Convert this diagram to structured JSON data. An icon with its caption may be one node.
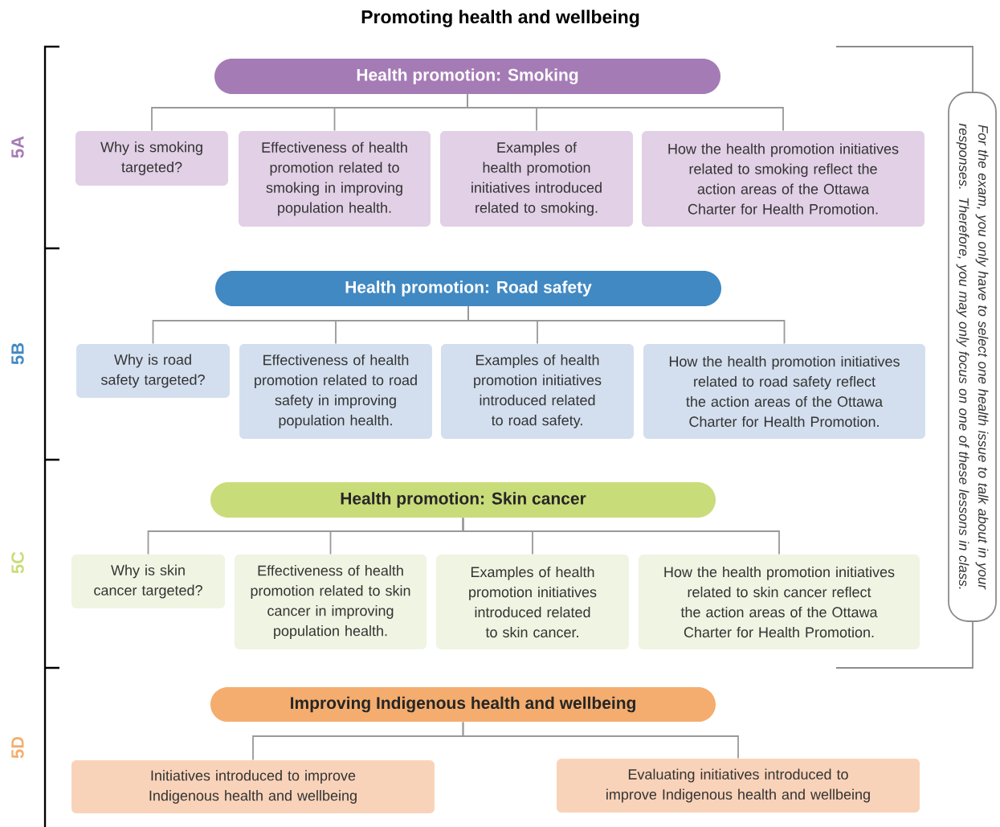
{
  "diagram": {
    "title": "Promoting health and wellbeing",
    "nodes": [
      {
        "text": [
          "Health promotion: Smoking"
        ]
      },
      {
        "text": [
          "Why is smoking targeted?"
        ]
      },
      {
        "text": [
          "Effectiveness of health promotion related to smoking in improving population health."
        ]
      },
      {
        "text": [
          "Examples of health promotion initiatives introduced related to smoking."
        ]
      },
      {
        "text": [
          "How the health promotion initiatives related to smoking reflect the action areas of the Ottawa Charter for Health Promotion."
        ]
      },
      {
        "text": [
          "Health promotion: Road safety"
        ]
      },
      {
        "text": [
          "Why is road safety targeted?"
        ]
      },
      {
        "text": [
          "Effectiveness of health promotion related to road safety in improving population health."
        ]
      },
      {
        "text": [
          "Examples of health promotion initiatives introduced related to road safety."
        ]
      },
      {
        "text": [
          "How the health promotion initiatives related to road safety reflect the action areas of the Ottawa Charter for Health Promotion."
        ]
      },
      {
        "text": [
          "Health promotion: Skin cancer"
        ]
      },
      {
        "text": [
          "Why is skin cancer targeted?"
        ]
      },
      {
        "text": [
          "Effectiveness of health promotion related to skin cancer in improving population health."
        ]
      },
      {
        "text": [
          "Examples of health promotion initiatives introduced related to skin cancer."
        ]
      },
      {
        "text": [
          "How the health promotion initiatives related to skin cancer reflect the action areas of the Ottawa Charter for Health Promotion."
        ]
      },
      {
        "text": [
          "Improving Indigenous health and wellbeing"
        ]
      },
      {
        "text": [
          "Initiatives introduced to improve Indigenous health and wellbeing"
        ]
      },
      {
        "text": [
          "Evaluating initiatives introduced to improve Indigenous health and wellbeing"
        ]
      },
      {
        "text": [
          "For the exam, you only have to select one health issue to talk about in your responses. Therefore, you may only focus on one of these lessons in class."
        ]
      }
    ],
    "edges": [
      {
        "from": 0,
        "to": 1,
        "arrow": "none"
      },
      {
        "from": 0,
        "to": 2,
        "arrow": "none"
      },
      {
        "from": 0,
        "to": 3,
        "arrow": "none"
      },
      {
        "from": 0,
        "to": 4,
        "arrow": "none"
      },
      {
        "from": 5,
        "to": 6,
        "arrow": "none"
      },
      {
        "from": 5,
        "to": 7,
        "arrow": "none"
      },
      {
        "from": 5,
        "to": 8,
        "arrow": "none"
      },
      {
        "from": 5,
        "to": 9,
        "arrow": "none"
      },
      {
        "from": 10,
        "to": 11,
        "arrow": "none"
      },
      {
        "from": 10,
        "to": 12,
        "arrow": "none"
      },
      {
        "from": 10,
        "to": 13,
        "arrow": "none"
      },
      {
        "from": 10,
        "to": 14,
        "arrow": "none"
      },
      {
        "from": 15,
        "to": 16,
        "arrow": "none"
      },
      {
        "from": 15,
        "to": 17,
        "arrow": "none"
      }
    ],
    "labels": [
      "5A",
      "5B",
      "5C",
      "5D"
    ]
  }
}
